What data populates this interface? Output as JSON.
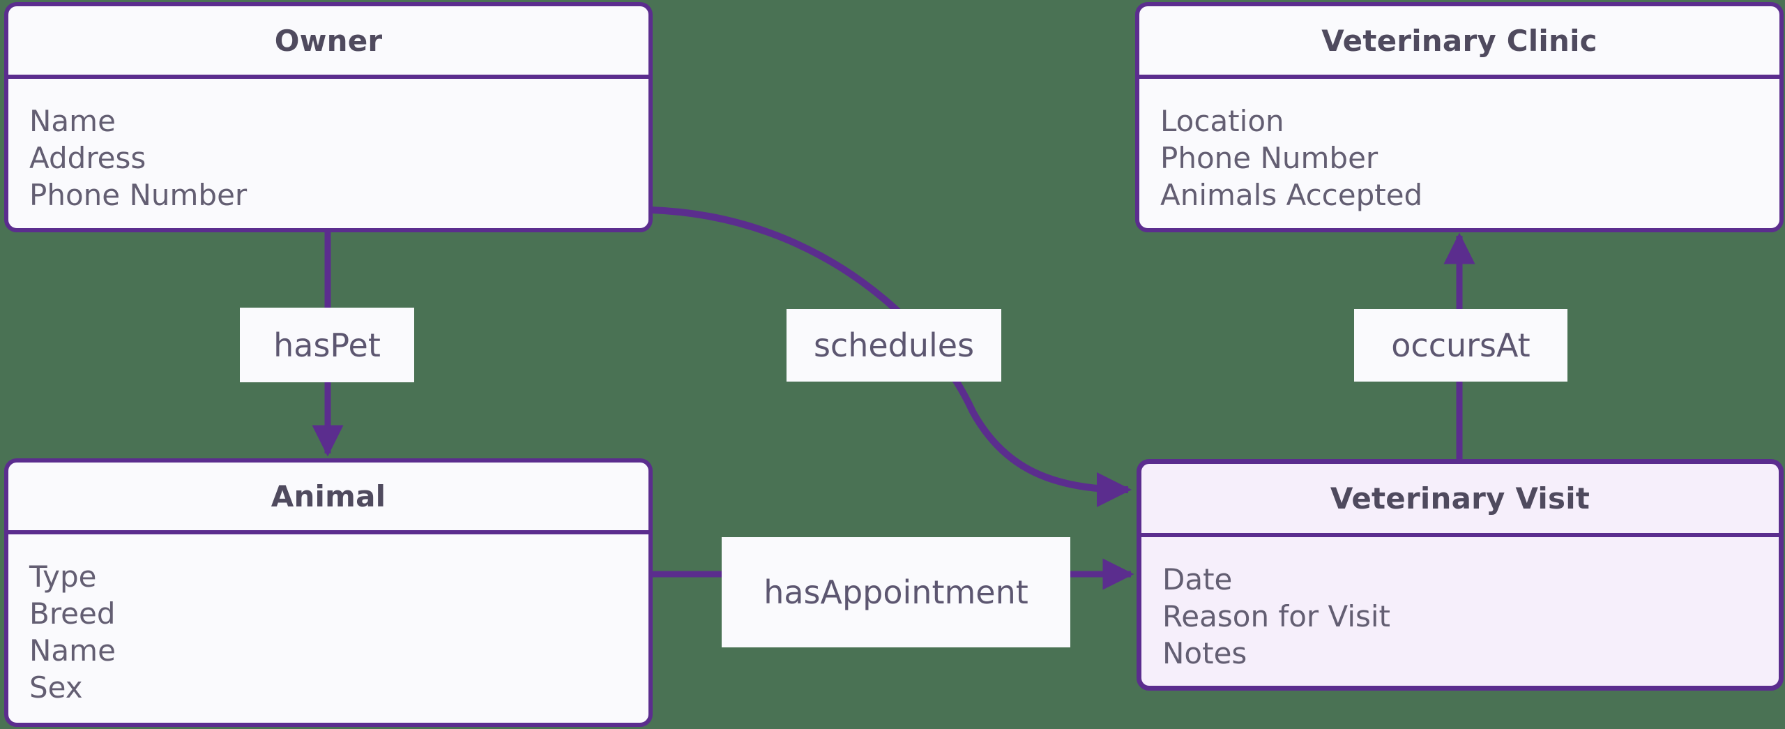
{
  "diagram": {
    "type": "entity-relationship-diagram",
    "background_color": "#4a7254",
    "accent_color": "#5B2D8E",
    "title_text_color": "#4F4A5E",
    "attribute_text_color": "#635E72",
    "entity_fill": "#FAFAFD",
    "highlight_entity_fill": "#F6EFFB"
  },
  "entities": [
    {
      "id": "owner",
      "title": "Owner",
      "attributes": [
        "Name",
        "Address",
        "Phone Number"
      ]
    },
    {
      "id": "clinic",
      "title": "Veterinary Clinic",
      "attributes": [
        "Location",
        "Phone Number",
        "Animals Accepted"
      ]
    },
    {
      "id": "animal",
      "title": "Animal",
      "attributes": [
        "Type",
        "Breed",
        "Name",
        "Sex"
      ]
    },
    {
      "id": "visit",
      "title": "Veterinary Visit",
      "attributes": [
        "Date",
        "Reason for Visit",
        "Notes"
      ]
    }
  ],
  "relationships": [
    {
      "id": "haspet",
      "label": "hasPet",
      "from": "Owner",
      "to": "Animal",
      "style": "straight-vertical"
    },
    {
      "id": "schedules",
      "label": "schedules",
      "from": "Owner",
      "to": "Veterinary Visit",
      "style": "curved"
    },
    {
      "id": "occursat",
      "label": "occursAt",
      "from": "Veterinary Visit",
      "to": "Veterinary Clinic",
      "style": "straight-vertical"
    },
    {
      "id": "hasappointment",
      "label": "hasAppointment",
      "from": "Animal",
      "to": "Veterinary Visit",
      "style": "straight-horizontal"
    }
  ]
}
